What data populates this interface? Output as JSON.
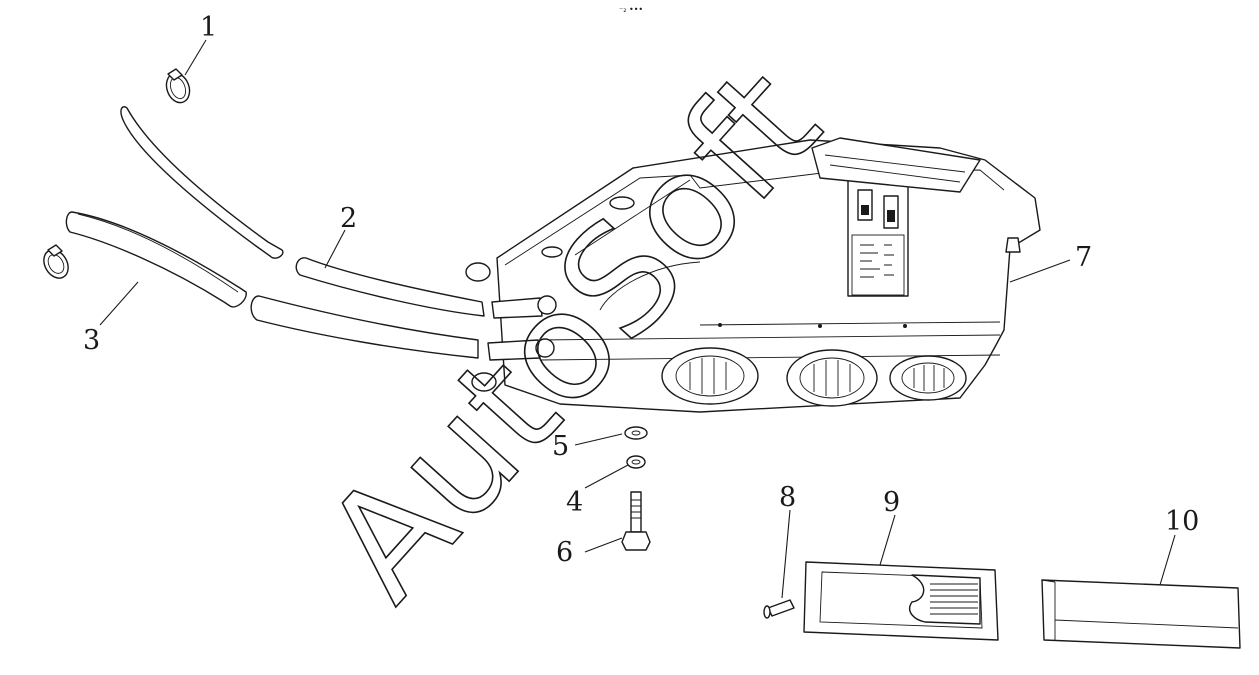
{
  "diagram": {
    "top_note": "⁻₂ •••",
    "watermark": "AutoSoft",
    "callouts": [
      {
        "id": "1",
        "label": "1"
      },
      {
        "id": "2",
        "label": "2"
      },
      {
        "id": "3",
        "label": "3"
      },
      {
        "id": "4",
        "label": "4"
      },
      {
        "id": "5",
        "label": "5"
      },
      {
        "id": "6",
        "label": "6"
      },
      {
        "id": "7",
        "label": "7"
      },
      {
        "id": "8",
        "label": "8"
      },
      {
        "id": "9",
        "label": "9"
      },
      {
        "id": "10",
        "label": "10"
      }
    ]
  }
}
